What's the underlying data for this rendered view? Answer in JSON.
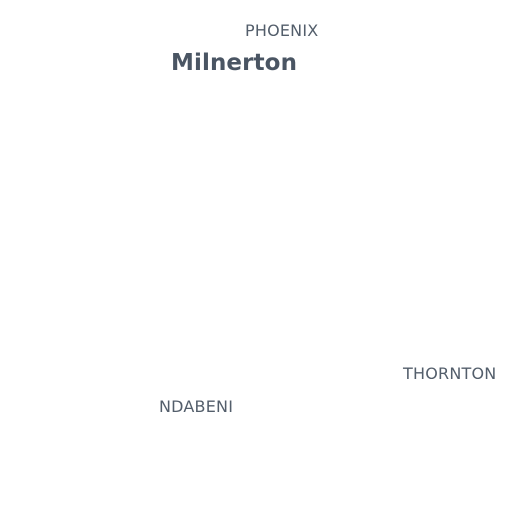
{
  "map": {
    "background_color": "#ffffff",
    "label_color": "#4f5a68",
    "labels": {
      "phoenix": "PHOENIX",
      "milnerton": "Milnerton",
      "thornton": "THORNTON",
      "ndabeni": "NDABENI"
    }
  }
}
